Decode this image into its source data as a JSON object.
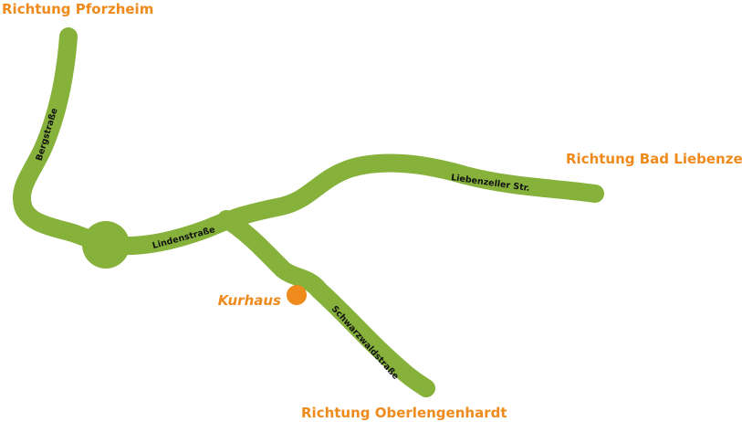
{
  "colors": {
    "road": "#86b23b",
    "accent": "#ef8a1c",
    "street_text": "#111111",
    "background": "#ffffff"
  },
  "destinations": {
    "pforzheim": "Richtung Pforzheim",
    "bad_liebenzell": "Richtung Bad Liebenzell",
    "oberlengenhardt": "Richtung Oberlengenhardt"
  },
  "streets": {
    "bergstrasse": "Bergstraße",
    "lindenstrasse": "Lindenstraße",
    "liebenzeller": "Liebenzeller Str.",
    "schwarzwaldstrasse": "Schwarzwaldstraße"
  },
  "poi": {
    "kurhaus": "Kurhaus"
  }
}
